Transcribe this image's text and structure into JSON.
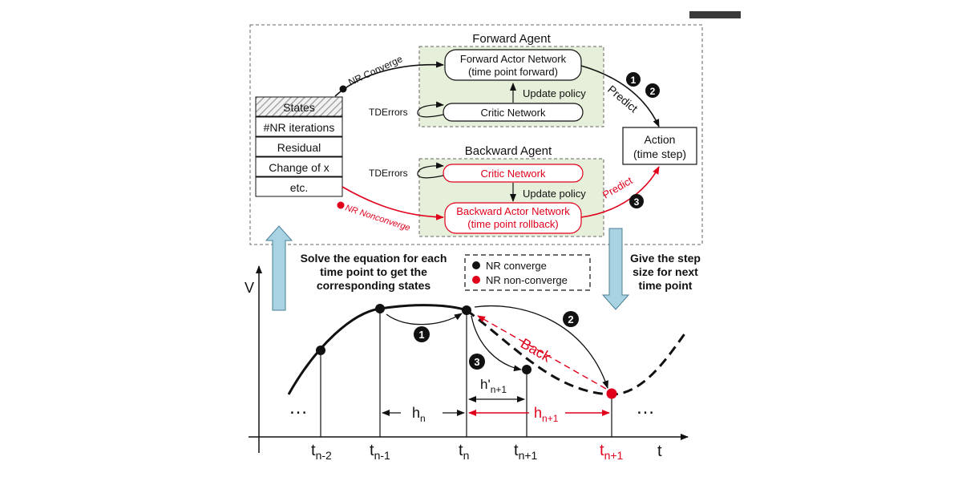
{
  "forward_agent": {
    "title": "Forward Agent",
    "actor_line1": "Forward Actor Network",
    "actor_line2": "(time point forward)",
    "update_policy": "Update policy",
    "critic": "Critic Network",
    "td_errors": "TDErrors"
  },
  "backward_agent": {
    "title": "Backward Agent",
    "actor_line1": "Backward Actor Network",
    "actor_line2": "(time point rollback)",
    "update_policy": "Update policy",
    "critic": "Critic Network",
    "td_errors": "TDErrors"
  },
  "states_table": [
    "States",
    "#NR iterations",
    "Residual",
    "Change of  x",
    "etc."
  ],
  "labels": {
    "nr_converge": "NR Converge",
    "nr_nonconverge": "NR Nonconverge",
    "predict": "Predict",
    "action_line1": "Action",
    "action_line2": "(time step)",
    "solve_line1": "Solve the equation for each",
    "solve_line2": "time point to get the",
    "solve_line3": "corresponding states",
    "give_line1": "Give the step",
    "give_line2": "size for  next",
    "give_line3": "time point",
    "back": "Back",
    "ellipsis": "…"
  },
  "legend": {
    "converge": "NR converge",
    "nonconverge": "NR non-converge"
  },
  "steps": {
    "one": "1",
    "two": "2",
    "three": "3"
  },
  "axes": {
    "v": "V",
    "t": "t"
  },
  "ticks": {
    "t_n_minus_2": {
      "base": "t",
      "sub": "n-2"
    },
    "t_n_minus_1": {
      "base": "t",
      "sub": "n-1"
    },
    "t_n": {
      "base": "t",
      "sub": "n"
    },
    "t_n_plus_1": {
      "base": "t",
      "sub": "n+1"
    },
    "t_n_plus_1_red": {
      "base": "t",
      "sub": "n+1"
    }
  },
  "intervals": {
    "h_n": {
      "base": "h",
      "sub": "n"
    },
    "h_prime": {
      "base": "h'",
      "sub": "n+1"
    },
    "h_n_plus_1": {
      "base": "h",
      "sub": "n+1"
    }
  },
  "colors": {
    "red": "#e0001b",
    "green_fill": "#e6efd9",
    "arrow_fill": "#a9d3e2",
    "arrow_stroke": "#4a7f96",
    "black": "#111111"
  }
}
